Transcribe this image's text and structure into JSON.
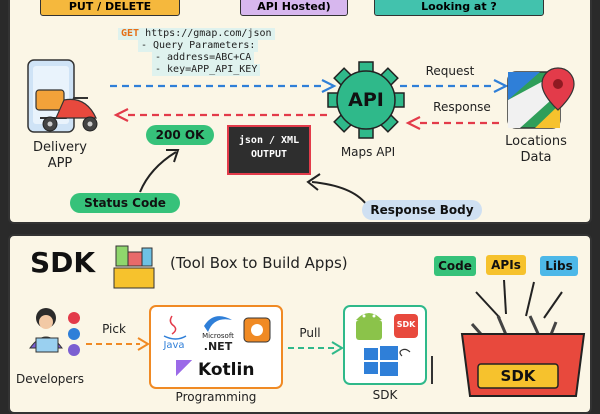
{
  "top_tags": {
    "put_delete": "PUT / DELETE",
    "api_hosted": "API Hosted)",
    "looking_at": "Looking at ?"
  },
  "request_box": {
    "method": "GET",
    "url": "https://gmap.com/json",
    "query_header": "- Query Parameters:",
    "param_address": "- address=ABC+CA",
    "param_key": "- key=APP_API_KEY"
  },
  "delivery_app": {
    "line1": "Delivery",
    "line2": "APP"
  },
  "maps_api": {
    "badge": "API",
    "label": "Maps API"
  },
  "locations": {
    "line1": "Locations",
    "line2": "Data"
  },
  "arrows": {
    "request": "Request",
    "response": "Response"
  },
  "status": {
    "ok": "200 OK",
    "status_code": "Status Code"
  },
  "output_box": {
    "line1": "json / XML",
    "line2": "OUTPUT"
  },
  "response_body": "Response Body",
  "sdk_section": {
    "title": "SDK",
    "subtitle": "(Tool Box to Build Apps)",
    "chips": [
      "Code",
      "APIs",
      "Libs"
    ],
    "toolbox_label": "SDK"
  },
  "developers": {
    "label": "Developers",
    "pick": "Pick"
  },
  "programming": {
    "java": "Java",
    "microsoft": "Microsoft",
    "net": ".NET",
    "kotlin": "Kotlin",
    "label": "Programming"
  },
  "pull": "Pull",
  "sdk_box": {
    "badge": "SDK",
    "label": "SDK"
  },
  "colors": {
    "orange_tag": "#f5b83d",
    "purple_tag": "#d7b7ee",
    "teal_tag": "#42c2ad",
    "green_chip": "#36c27a",
    "request_blue": "#2f7fd8",
    "response_red": "#e33b4a"
  }
}
